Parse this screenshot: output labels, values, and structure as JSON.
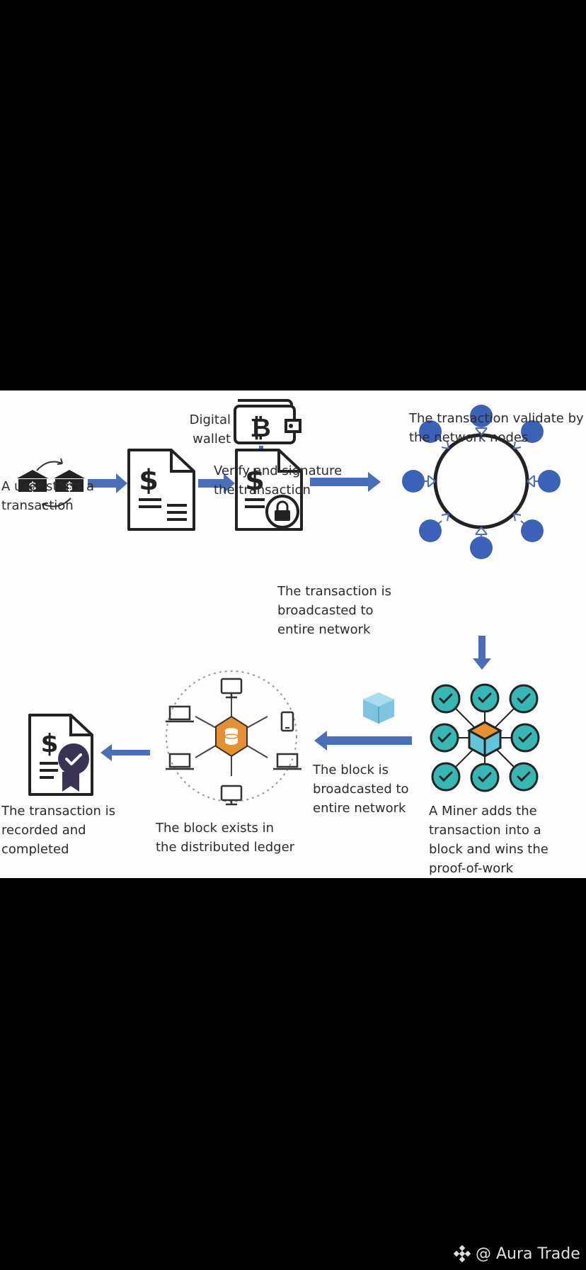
{
  "diagram": {
    "labels": {
      "digital_wallet": "Digital\nwallet",
      "verify": "Verify and signature\nthe transaction",
      "user_starts": "A user starts a\ntransaction",
      "validate": "The transaction validate by\nthe network nodes",
      "broadcast_tx": "The transaction is\nbroadcasted to\nentire network",
      "broadcast_block": "The block is\nbroadcasted to\nentire network",
      "miner": "A Miner adds the\ntransaction into a\nblock and wins the\nproof-of-work",
      "ledger": "The block exists in\nthe distributed ledger",
      "recorded": "The transaction is\nrecorded and\ncompleted"
    },
    "icon_glyphs": {
      "dollar": "$",
      "bitcoin": "₿"
    },
    "colors": {
      "arrow": "#4a6fba",
      "node": "#3b61b9",
      "check": "#35b7b3",
      "cube_orange": "#e6902f",
      "cube_teal": "#5fc7d9",
      "block_blue": "#7cc4e0",
      "certificate_badge": "#3a3355",
      "doc_stroke": "#222222"
    }
  },
  "watermark": {
    "text": "@ Aura Trade",
    "icon": "binance-logo-icon"
  }
}
